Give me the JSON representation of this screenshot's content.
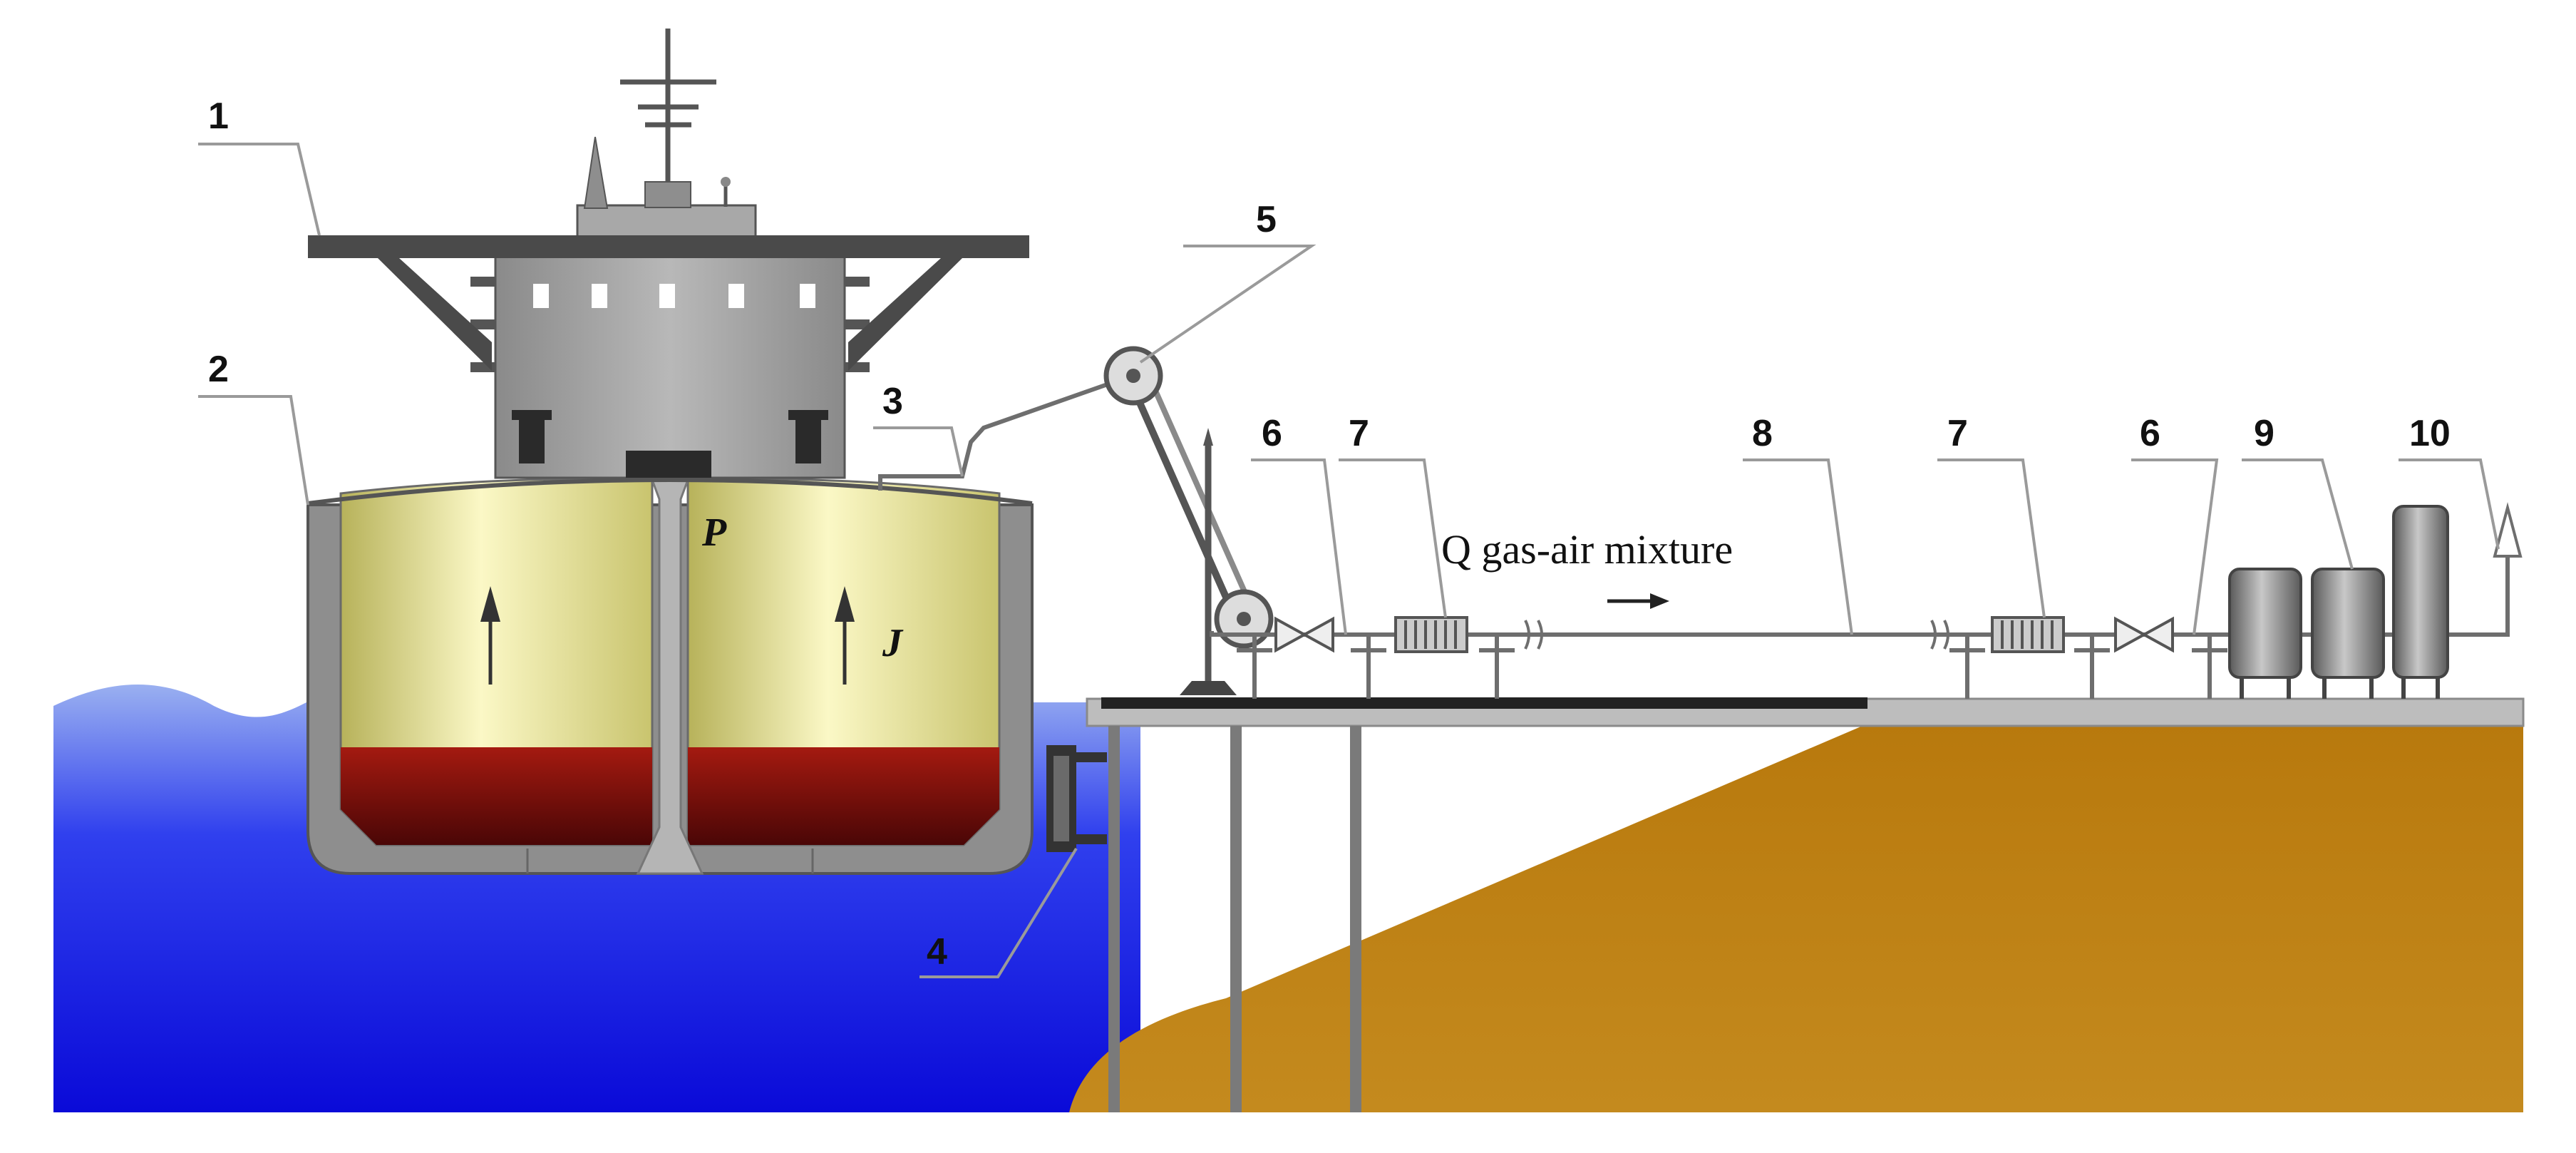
{
  "figure": {
    "flow_label": "Q gas-air mixture",
    "symbol_pressure": "P",
    "symbol_flux": "J"
  },
  "callouts": [
    {
      "id": "ship",
      "number": "1"
    },
    {
      "id": "cargo-tank",
      "number": "2"
    },
    {
      "id": "vent-line",
      "number": "3"
    },
    {
      "id": "fender",
      "number": "4"
    },
    {
      "id": "loading-arm",
      "number": "5"
    },
    {
      "id": "valve-left",
      "number": "6"
    },
    {
      "id": "flame-arrester-left",
      "number": "7"
    },
    {
      "id": "pipeline",
      "number": "8"
    },
    {
      "id": "flame-arrester-right",
      "number": "7"
    },
    {
      "id": "valve-right",
      "number": "6"
    },
    {
      "id": "treatment-unit",
      "number": "9"
    },
    {
      "id": "exhaust-stack",
      "number": "10"
    }
  ],
  "colors": {
    "water": "#1414e0",
    "shore": "#b8790d",
    "tank_fill": "#f5f0a0",
    "cargo": "#8a1212",
    "steel": "#9c9c9c",
    "deck": "#3c3c3c"
  }
}
